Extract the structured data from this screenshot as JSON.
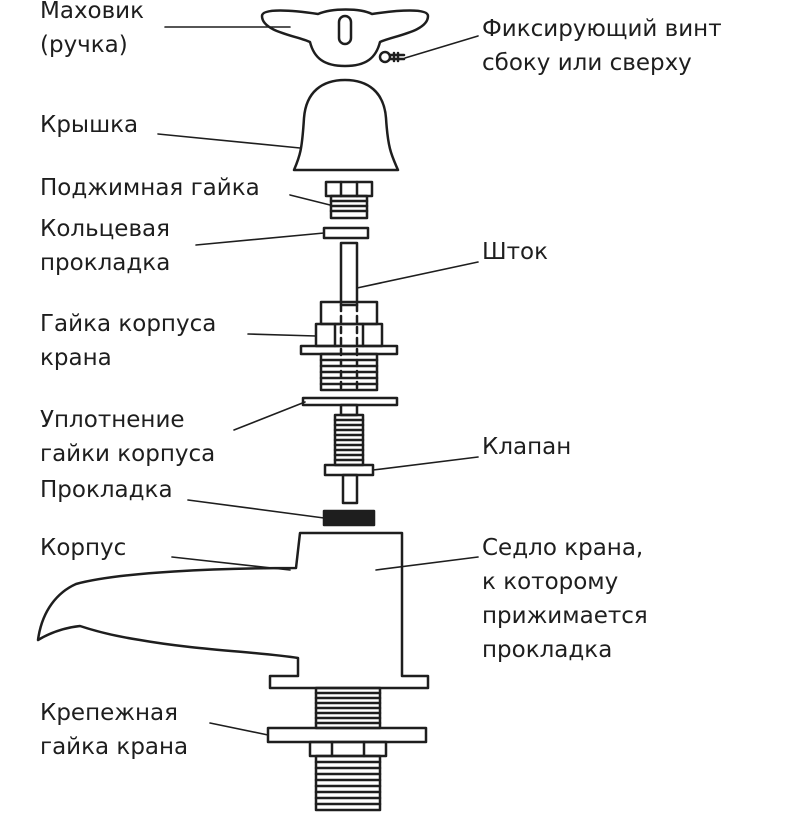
{
  "labels": {
    "handle": [
      "Маховик",
      "(ручка)"
    ],
    "screw": [
      "Фиксирующий винт",
      "сбоку или сверху"
    ],
    "cap": [
      "Крышка"
    ],
    "gland_nut": [
      "Поджимная гайка"
    ],
    "o_ring": [
      "Кольцевая",
      "прокладка"
    ],
    "stem": [
      "Шток"
    ],
    "body_nut": [
      "Гайка корпуса",
      "крана"
    ],
    "body_seal": [
      "Уплотнение",
      "гайки корпуса"
    ],
    "valve": [
      "Клапан"
    ],
    "washer": [
      "Прокладка"
    ],
    "body": [
      "Корпус"
    ],
    "seat": [
      "Седло крана,",
      "к которому",
      "прижимается",
      "прокладка"
    ],
    "mount_nut": [
      "Крепежная",
      "гайка крана"
    ]
  },
  "colors": {
    "ink": "#1e1e1e",
    "paper": "#ffffff"
  }
}
